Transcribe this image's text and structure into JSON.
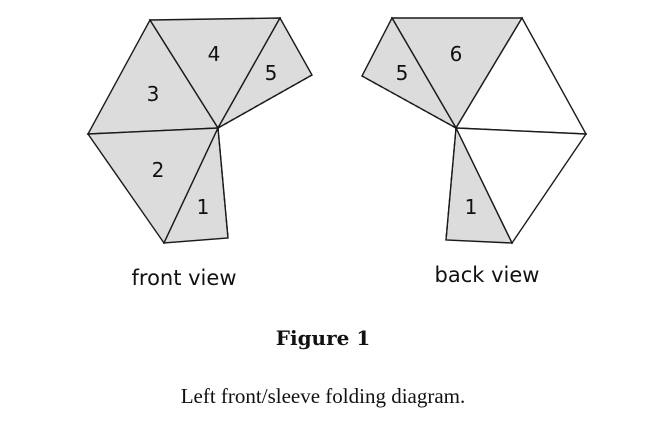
{
  "diagram": {
    "front_view": {
      "label": "front view",
      "triangles": [
        "1",
        "2",
        "3",
        "4",
        "5"
      ]
    },
    "back_view": {
      "label": "back view",
      "triangles": [
        "5",
        "6",
        "1"
      ]
    }
  },
  "figure": {
    "title": "Figure 1",
    "caption": "Left front/sleeve folding diagram."
  },
  "colors": {
    "shaded": "#dcdcdc",
    "line": "#1a1a1a"
  }
}
